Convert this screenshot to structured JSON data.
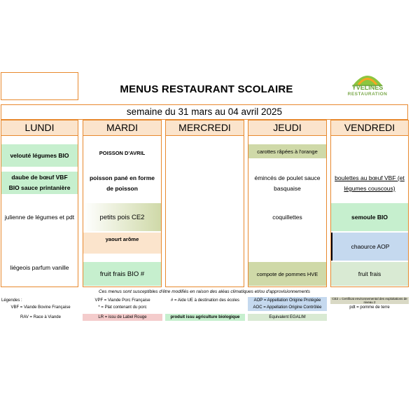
{
  "header": {
    "title": "MENUS RESTAURANT SCOLAIRE",
    "week": "semaine du 31 mars au 04 avril 2025",
    "logo_line1": "YVELINES",
    "logo_line2": "RESTAURATION"
  },
  "days": {
    "monday": {
      "name": "LUNDI",
      "item1": "velouté légumes BIO",
      "item2a": "daube de bœuf VBF",
      "item2b": "BIO sauce printanière",
      "item3": "julienne de légumes et pdt",
      "item4": "liégeois parfum vanille"
    },
    "tuesday": {
      "name": "MARDI",
      "item1": "POISSON D'AVRIL",
      "item2": "poisson pané en forme de poisson",
      "item3": "petits pois CE2",
      "item4": "yaourt arôme",
      "item5": "fruit frais BIO #"
    },
    "wednesday": {
      "name": "MERCREDI"
    },
    "thursday": {
      "name": "JEUDI",
      "item1": "carottes râpées à l'orange",
      "item2": "émincés de poulet sauce basquaise",
      "item3": "coquillettes",
      "item4": "compote de pommes HVE"
    },
    "friday": {
      "name": "VENDREDI",
      "item1": "boulettes au bœuf VBF (et légumes couscous)",
      "item2": "semoule BIO",
      "item3": "chaource AOP",
      "item4": "fruit frais"
    }
  },
  "note": "Ces menus sont susceptibles d'être modifiés en raison des aléas climatiques et/ou d'approvisionnements",
  "legend": {
    "label": "Légendes :",
    "vbf": "VBF = Viande Bovine Française",
    "vpf": "VPF = Viande Porc Française",
    "porc": "* = Plat contenant du porc",
    "ue": "# = Aide UE à destination des écoles",
    "aop": "AOP = Appellation Origine Protégée",
    "aoc": "AOC = Appellation Origine Contrôlée",
    "ce2": "CE2 = Certificat environnemental des exploitations de niveau 2",
    "pdt": "pdt = pomme de terre",
    "rav": "RAV = Race à Viande",
    "lr": "LR = issu de Label Rouge",
    "bio": "produit issu agriculture biologique",
    "egalim": "Equivalent EGALIM"
  }
}
